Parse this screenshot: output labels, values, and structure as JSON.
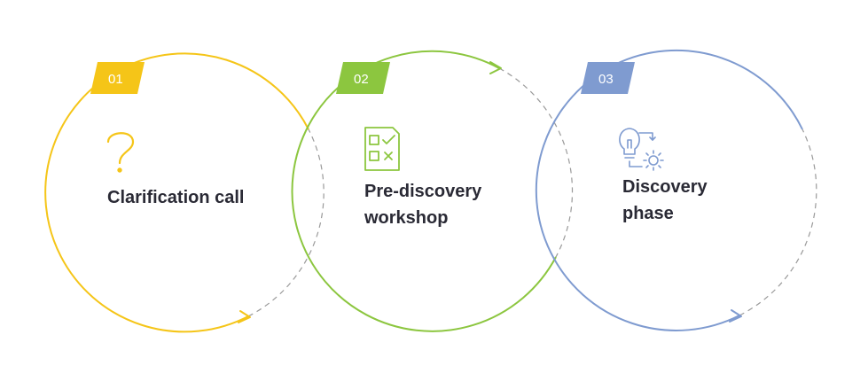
{
  "colors": {
    "step1": "#f5c518",
    "step2": "#8cc63f",
    "step3": "#7f9bd0",
    "dash": "#9a9a9a",
    "text": "#2a2a35"
  },
  "steps": [
    {
      "number": "01",
      "title_line1": "Clarification call",
      "title_line2": "",
      "icon": "question-mark-icon"
    },
    {
      "number": "02",
      "title_line1": "Pre-discovery",
      "title_line2": "workshop",
      "icon": "checklist-icon"
    },
    {
      "number": "03",
      "title_line1": "Discovery",
      "title_line2": "phase",
      "icon": "lightbulb-gear-icon"
    }
  ]
}
